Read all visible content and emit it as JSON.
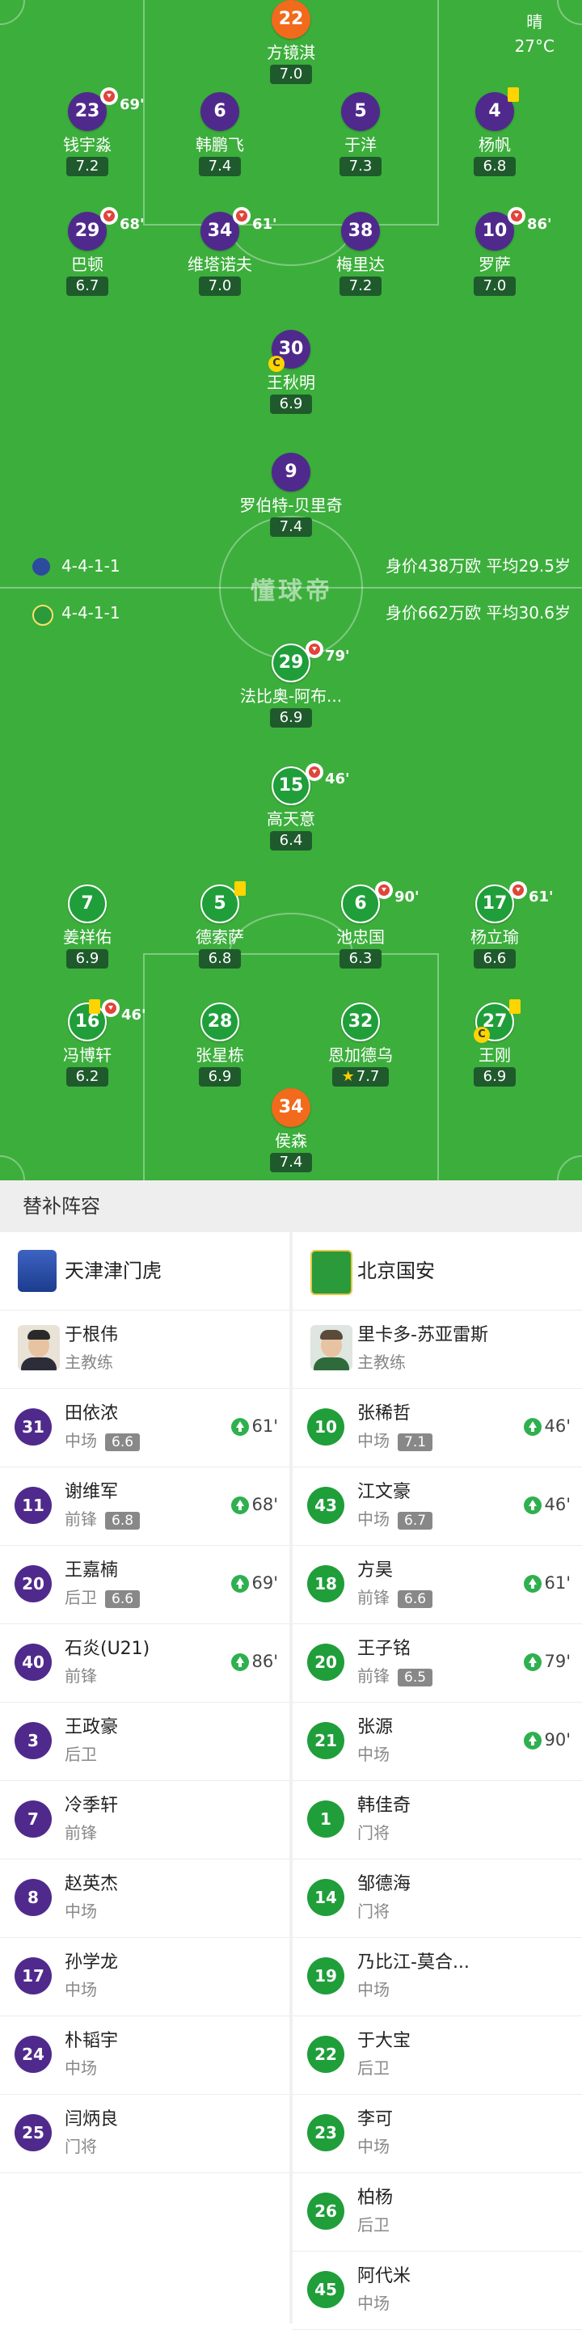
{
  "weather": {
    "condition": "晴",
    "temp": "27°C"
  },
  "watermark": "懂球帝",
  "home": {
    "name": "天津津门虎",
    "formation": "4-4-1-1",
    "stats": "身价438万欧   平均29.5岁",
    "color": "#4f2a8c",
    "players": {
      "gk": {
        "num": "22",
        "name": "方镜淇",
        "rating": "7.0"
      },
      "d1": {
        "num": "23",
        "name": "钱宇淼",
        "rating": "7.2",
        "sub": "69'"
      },
      "d2": {
        "num": "6",
        "name": "韩鹏飞",
        "rating": "7.4"
      },
      "d3": {
        "num": "5",
        "name": "于洋",
        "rating": "7.3"
      },
      "d4": {
        "num": "4",
        "name": "杨帆",
        "rating": "6.8"
      },
      "m1": {
        "num": "29",
        "name": "巴顿",
        "rating": "6.7",
        "sub": "68'"
      },
      "m2": {
        "num": "34",
        "name": "维塔诺夫",
        "rating": "7.0",
        "sub": "61'"
      },
      "m3": {
        "num": "38",
        "name": "梅里达",
        "rating": "7.2"
      },
      "m4": {
        "num": "10",
        "name": "罗萨",
        "rating": "7.0",
        "sub": "86'"
      },
      "am": {
        "num": "30",
        "name": "王秋明",
        "rating": "6.9"
      },
      "st": {
        "num": "9",
        "name": "罗伯特-贝里奇",
        "rating": "7.4"
      }
    }
  },
  "away": {
    "name": "北京国安",
    "formation": "4-4-1-1",
    "stats": "身价662万欧   平均30.6岁",
    "color": "#1f9e3a",
    "players": {
      "st": {
        "num": "29",
        "name": "法比奥-阿布...",
        "rating": "6.9",
        "sub": "79'"
      },
      "am": {
        "num": "15",
        "name": "高天意",
        "rating": "6.4",
        "sub": "46'"
      },
      "m1": {
        "num": "7",
        "name": "姜祥佑",
        "rating": "6.9"
      },
      "m2": {
        "num": "5",
        "name": "德索萨",
        "rating": "6.8"
      },
      "m3": {
        "num": "6",
        "name": "池忠国",
        "rating": "6.3",
        "sub": "90'"
      },
      "m4": {
        "num": "17",
        "name": "杨立瑜",
        "rating": "6.6",
        "sub": "61'"
      },
      "d1": {
        "num": "16",
        "name": "冯博轩",
        "rating": "6.2",
        "sub": "46'"
      },
      "d2": {
        "num": "28",
        "name": "张星栋",
        "rating": "6.9"
      },
      "d3": {
        "num": "32",
        "name": "恩加德乌",
        "rating": "7.7"
      },
      "d4": {
        "num": "27",
        "name": "王刚",
        "rating": "6.9"
      },
      "gk": {
        "num": "34",
        "name": "侯森",
        "rating": "7.4"
      }
    }
  },
  "subs": {
    "title": "替补阵容",
    "home_coach": {
      "name": "于根伟",
      "role": "主教练"
    },
    "away_coach": {
      "name": "里卡多-苏亚雷斯",
      "role": "主教练"
    },
    "home": [
      {
        "num": "31",
        "name": "田依浓",
        "pos": "中场",
        "rating": "6.6",
        "in": "61'"
      },
      {
        "num": "11",
        "name": "谢维军",
        "pos": "前锋",
        "rating": "6.8",
        "in": "68'"
      },
      {
        "num": "20",
        "name": "王嘉楠",
        "pos": "后卫",
        "rating": "6.6",
        "in": "69'"
      },
      {
        "num": "40",
        "name": "石炎(U21)",
        "pos": "前锋",
        "rating": "",
        "in": "86'"
      },
      {
        "num": "3",
        "name": "王政豪",
        "pos": "后卫",
        "rating": "",
        "in": ""
      },
      {
        "num": "7",
        "name": "冷季轩",
        "pos": "前锋",
        "rating": "",
        "in": ""
      },
      {
        "num": "8",
        "name": "赵英杰",
        "pos": "中场",
        "rating": "",
        "in": ""
      },
      {
        "num": "17",
        "name": "孙学龙",
        "pos": "中场",
        "rating": "",
        "in": ""
      },
      {
        "num": "24",
        "name": "朴韬宇",
        "pos": "中场",
        "rating": "",
        "in": ""
      },
      {
        "num": "25",
        "name": "闫炳良",
        "pos": "门将",
        "rating": "",
        "in": ""
      }
    ],
    "away": [
      {
        "num": "10",
        "name": "张稀哲",
        "pos": "中场",
        "rating": "7.1",
        "in": "46'"
      },
      {
        "num": "43",
        "name": "江文豪",
        "pos": "中场",
        "rating": "6.7",
        "in": "46'"
      },
      {
        "num": "18",
        "name": "方昊",
        "pos": "前锋",
        "rating": "6.6",
        "in": "61'"
      },
      {
        "num": "20",
        "name": "王子铭",
        "pos": "前锋",
        "rating": "6.5",
        "in": "79'"
      },
      {
        "num": "21",
        "name": "张源",
        "pos": "中场",
        "rating": "",
        "in": "90'"
      },
      {
        "num": "1",
        "name": "韩佳奇",
        "pos": "门将",
        "rating": "",
        "in": ""
      },
      {
        "num": "14",
        "name": "邹德海",
        "pos": "门将",
        "rating": "",
        "in": ""
      },
      {
        "num": "19",
        "name": "乃比江-莫合...",
        "pos": "中场",
        "rating": "",
        "in": ""
      },
      {
        "num": "22",
        "name": "于大宝",
        "pos": "后卫",
        "rating": "",
        "in": ""
      },
      {
        "num": "23",
        "name": "李可",
        "pos": "中场",
        "rating": "",
        "in": ""
      },
      {
        "num": "26",
        "name": "柏杨",
        "pos": "后卫",
        "rating": "",
        "in": ""
      },
      {
        "num": "45",
        "name": "阿代米",
        "pos": "中场",
        "rating": "",
        "in": ""
      }
    ]
  }
}
